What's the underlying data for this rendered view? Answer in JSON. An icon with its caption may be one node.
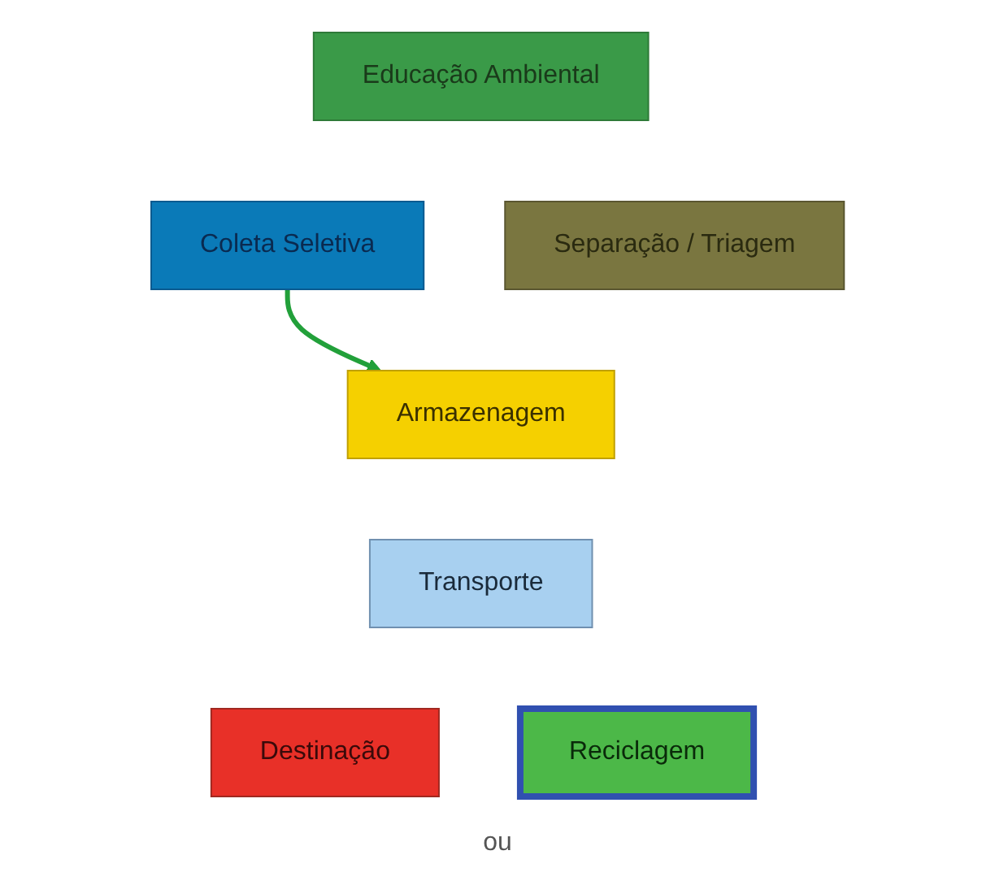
{
  "diagram": {
    "nodes": [
      {
        "text": [
          "Educação Ambiental"
        ]
      },
      {
        "text": [
          "Coleta Seletiva"
        ]
      },
      {
        "text": [
          "Separação / Triagem"
        ]
      },
      {
        "text": [
          "Armazenagem"
        ]
      },
      {
        "text": [
          "Transporte"
        ]
      },
      {
        "text": [
          "Destinação"
        ]
      },
      {
        "text": [
          "Reciclagem"
        ]
      }
    ],
    "edges": [
      {
        "from": 1,
        "to": 3,
        "arrow": "to",
        "color": "#22a03a"
      }
    ],
    "labels": [
      "ou"
    ]
  }
}
